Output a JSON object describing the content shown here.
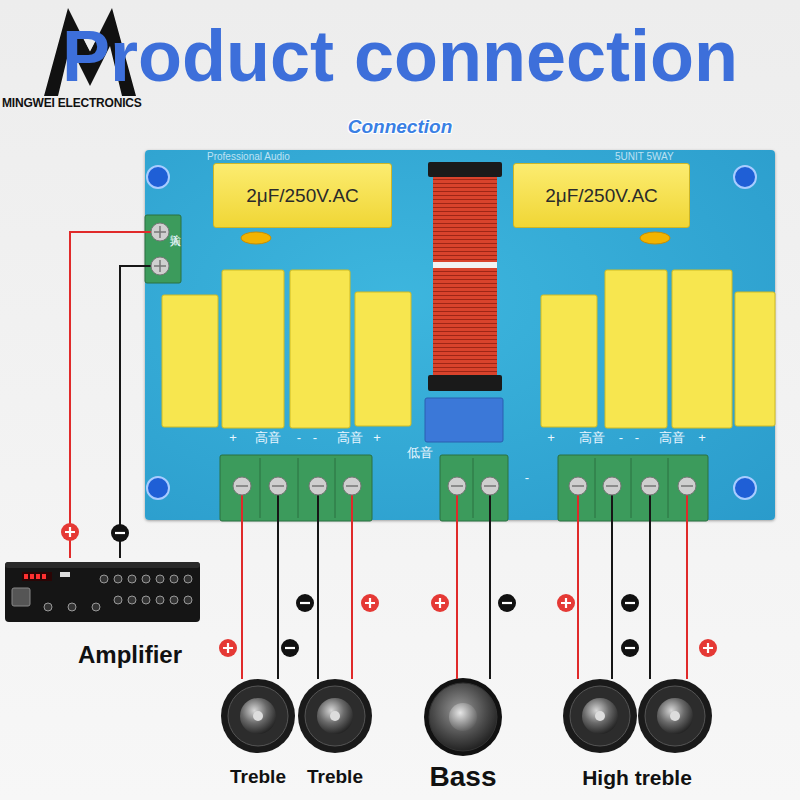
{
  "diagram": {
    "title": "Product connection",
    "nodes": [
      {
        "text": [
          "Professional Audio",
          "5UNIT 5WAY"
        ]
      },
      {
        "text": [
          "2μF/250V.AC"
        ],
        "in": 0
      },
      {
        "text": [
          "2μF/250V.AC"
        ],
        "in": 0
      },
      {
        "text": [
          "Amplifier"
        ]
      },
      {
        "text": [
          "Treble"
        ]
      },
      {
        "text": [
          "Treble"
        ]
      },
      {
        "text": [
          "Bass"
        ]
      },
      {
        "text": [
          "High treble"
        ]
      }
    ],
    "edges": [
      {
        "from": 3,
        "to": 0,
        "arrow": "none"
      },
      {
        "from": 3,
        "to": 0,
        "arrow": "none"
      },
      {
        "from": 0,
        "to": 4,
        "arrow": "none"
      },
      {
        "from": 0,
        "to": 4,
        "arrow": "none"
      },
      {
        "from": 0,
        "to": 5,
        "arrow": "none"
      },
      {
        "from": 0,
        "to": 5,
        "arrow": "none"
      },
      {
        "from": 0,
        "to": 6,
        "arrow": "none"
      },
      {
        "from": 0,
        "to": 6,
        "arrow": "none"
      },
      {
        "from": 0,
        "to": 7,
        "arrow": "none"
      },
      {
        "from": 0,
        "to": 7,
        "arrow": "none"
      },
      {
        "from": 0,
        "to": 7,
        "arrow": "none"
      },
      {
        "from": 0,
        "to": 7,
        "arrow": "none"
      }
    ],
    "labels": [
      "MINGWEI ELECTRONICS",
      "Connection",
      "输入",
      "+",
      "高音",
      "-",
      "-",
      "高音",
      "+",
      "低音",
      "-",
      "+",
      "高音",
      "-",
      "-",
      "高音",
      "+"
    ]
  }
}
